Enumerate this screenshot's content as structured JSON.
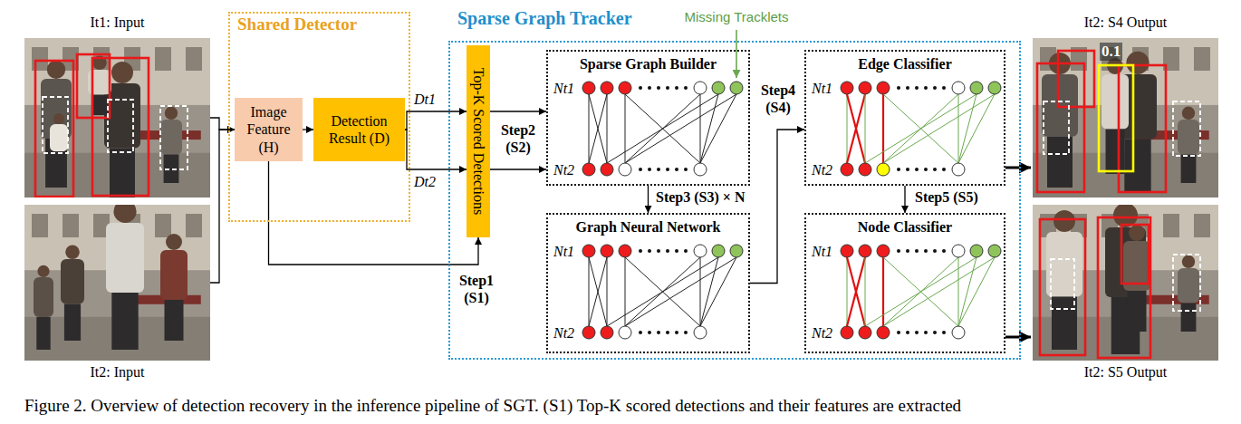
{
  "diagram": {
    "caption": "Figure 2. Overview of detection recovery in the inference pipeline of SGT. (S1) Top-K scored detections and their features are extracted",
    "nodes": [
      {
        "text": [
          "It1: Input"
        ]
      },
      {
        "text": [
          "It2: Input"
        ]
      },
      {
        "text": [
          "Shared Detector"
        ]
      },
      {
        "text": [
          "Image Feature (H)"
        ],
        "in": 2
      },
      {
        "text": [
          "Detection Result (D)"
        ],
        "in": 2
      },
      {
        "text": [
          "Sparse Graph Tracker"
        ]
      },
      {
        "text": [
          "Top-K Scored Detections"
        ],
        "in": 5
      },
      {
        "text": [
          "Sparse Graph Builder",
          "Nt1",
          "Nt2"
        ],
        "in": 5
      },
      {
        "text": [
          "Graph Neural Network",
          "Nt1",
          "Nt2"
        ],
        "in": 5
      },
      {
        "text": [
          "Edge Classifier",
          "Nt1",
          "Nt2"
        ],
        "in": 5
      },
      {
        "text": [
          "Node Classifier",
          "Nt1",
          "Nt2"
        ],
        "in": 5
      },
      {
        "text": [
          "It2: S4 Output",
          "0.1"
        ]
      },
      {
        "text": [
          "It2: S5 Output"
        ]
      }
    ],
    "edges": [
      {
        "from": 0,
        "to": 3,
        "arrow": "to"
      },
      {
        "from": 1,
        "to": 3,
        "arrow": "to"
      },
      {
        "from": 3,
        "to": 4,
        "arrow": "to"
      },
      {
        "from": 4,
        "to": 6,
        "arrow": "to",
        "label": "Dt1"
      },
      {
        "from": 4,
        "to": 6,
        "arrow": "to",
        "label": "Dt2"
      },
      {
        "from": 3,
        "to": 6,
        "arrow": "to"
      },
      {
        "from": 6,
        "to": 7,
        "arrow": "to"
      },
      {
        "from": 6,
        "to": 7,
        "arrow": "to"
      },
      {
        "from": 7,
        "to": 8,
        "arrow": "to"
      },
      {
        "from": 8,
        "to": 9,
        "arrow": "to"
      },
      {
        "from": 9,
        "to": 10,
        "arrow": "to"
      },
      {
        "from": 9,
        "to": 11,
        "arrow": "to"
      },
      {
        "from": 10,
        "to": 12,
        "arrow": "to"
      }
    ],
    "labels": [
      "Missing Tracklets",
      "Step2 (S2)",
      "Step1 (S1)",
      "Step3 (S3) × N",
      "Step4 (S4)",
      "Step5 (S5)"
    ]
  }
}
